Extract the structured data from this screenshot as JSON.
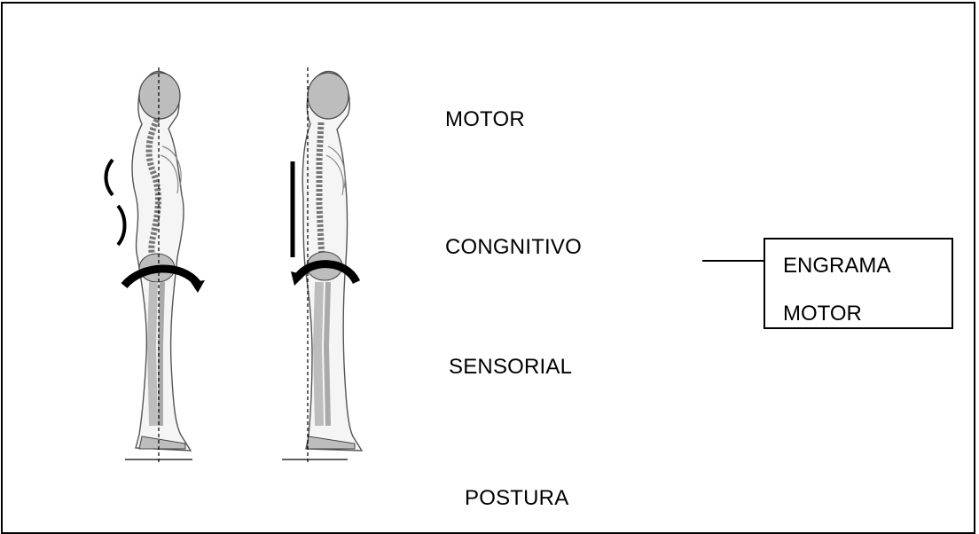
{
  "labels": {
    "motor": "MOTOR",
    "cognitive": "CONGNITIVO",
    "sensory": "SENSORIAL",
    "posture": "POSTURA"
  },
  "engram": {
    "line1": "ENGRAMA",
    "line2": "MOTOR"
  },
  "figures": {
    "left": {
      "icon": "skeleton-slouched-posture-icon"
    },
    "right": {
      "icon": "skeleton-upright-posture-icon"
    }
  },
  "colors": {
    "line": "#000000",
    "bone": "#bdbdbd",
    "outline": "#555555"
  }
}
